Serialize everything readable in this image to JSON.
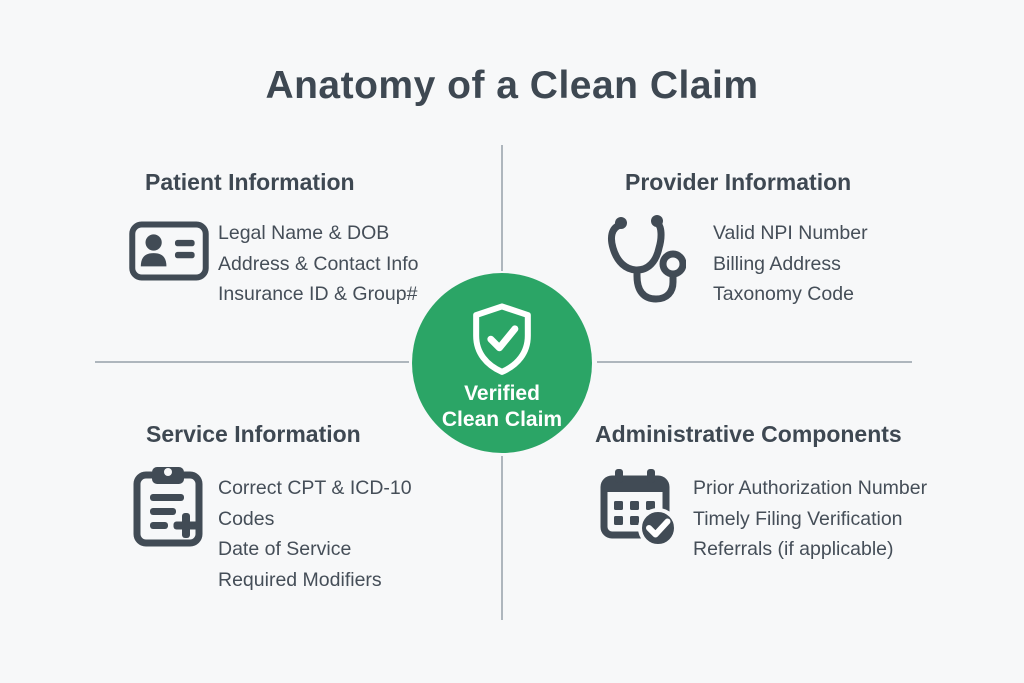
{
  "title": "Anatomy of a Clean Claim",
  "center": {
    "icon": "shield-check-icon",
    "line1": "Verified",
    "line2": "Clean Claim"
  },
  "quadrants": [
    {
      "id": "patient-information",
      "icon": "id-card-icon",
      "heading": "Patient Information",
      "items": [
        "Legal Name & DOB",
        "Address & Contact Info",
        "Insurance ID & Group#"
      ]
    },
    {
      "id": "provider-information",
      "icon": "stethoscope-icon",
      "heading": "Provider Information",
      "items": [
        "Valid NPI Number",
        "Billing Address",
        "Taxonomy Code"
      ]
    },
    {
      "id": "service-information",
      "icon": "clipboard-plus-icon",
      "heading": "Service Information",
      "items": [
        "Correct CPT & ICD-10 Codes",
        "Date of Service",
        "Required Modifiers"
      ]
    },
    {
      "id": "administrative-components",
      "icon": "calendar-check-icon",
      "heading": "Administrative Components",
      "items": [
        "Prior Authorization Number",
        "Timely Filing Verification",
        "Referrals (if applicable)"
      ]
    }
  ],
  "colors": {
    "background": "#f7f8f9",
    "text_dark": "#3e4852",
    "text_body": "#454e58",
    "divider_gray": "#aeb6bd",
    "accent_green": "#2ba566",
    "badge_text": "#ffffff"
  }
}
